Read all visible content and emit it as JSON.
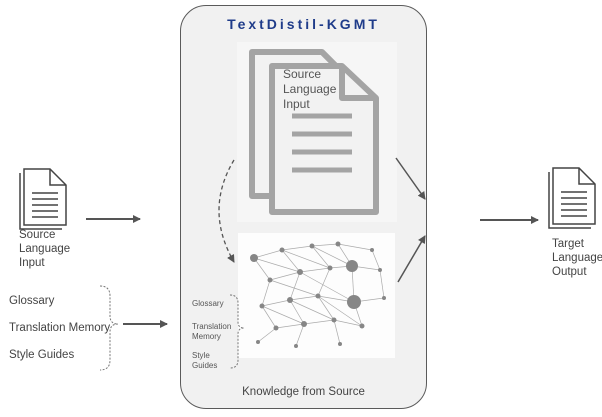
{
  "title": "TextDistil-KGMT",
  "input": {
    "label_lines": [
      "Source",
      "Language",
      "Input"
    ]
  },
  "output": {
    "label_lines": [
      "Target",
      "Language",
      "Output"
    ]
  },
  "resources": {
    "items": [
      "Glossary",
      "Translation Memory",
      "Style Guides"
    ]
  },
  "panel": {
    "doc_label_lines": [
      "Source",
      "Language",
      "Input"
    ],
    "kg_resource_lines": [
      "Glossary",
      "Translation",
      "Memory",
      "Style",
      "Guides"
    ],
    "caption": "Knowledge from Source"
  },
  "colors": {
    "title": "#1f3c8a",
    "panel_bg": "#f1f1f1",
    "arrow": "#555555"
  },
  "icons": [
    "document-icon",
    "document-stack-icon",
    "knowledge-graph-icon",
    "arrow-icon",
    "brace-icon"
  ]
}
